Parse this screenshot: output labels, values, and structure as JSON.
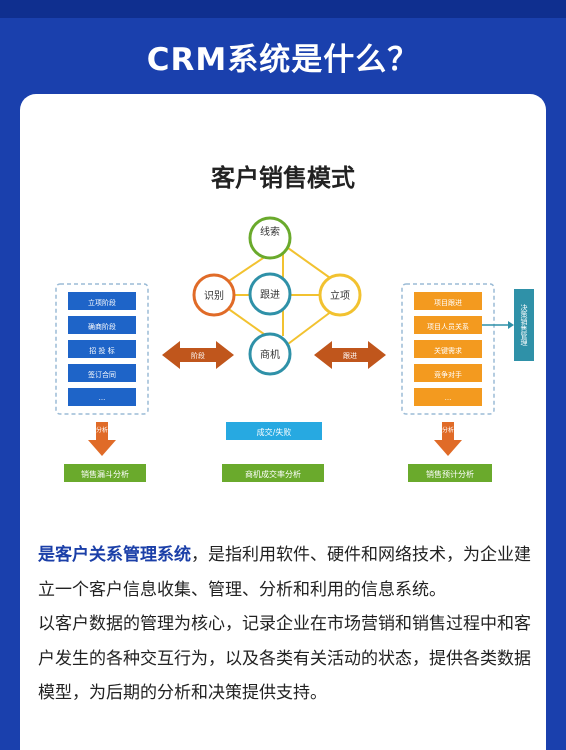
{
  "page_title": "CRM系统是什么？",
  "diagram": {
    "title": "客户销售模式",
    "circles": {
      "top": "线索",
      "left": "识别",
      "center": "跟进",
      "right": "立项",
      "bottom": "商机"
    },
    "left_items": [
      "立项阶段",
      "确商阶段",
      "招 投 标",
      "签订合同",
      "..."
    ],
    "right_items": [
      "项目跟进",
      "项目人员关系",
      "关键需求",
      "竞争对手",
      "..."
    ],
    "left_arrow_label": "阶段",
    "right_arrow_label": "跟进",
    "left_down_label": "分析",
    "right_down_label": "分析",
    "center_box": "成交/失败",
    "green_left": "销售漏斗分析",
    "green_center": "商机成交率分析",
    "green_right": "销售预计分析",
    "decision_box": "决策销售管理",
    "colors": {
      "band_blue": "#1a40ad",
      "item_blue": "#1e64c8",
      "item_orange": "#f39a1f",
      "arrow_brown": "#c0561c",
      "green": "#6aaa2c",
      "teal": "#2f91a8",
      "cyan": "#27a9e1",
      "line_yellow": "#f2c230"
    }
  },
  "description": {
    "highlight": "是客户关系管理系统",
    "para1_rest": "，是指利用软件、硬件和网络技术，为企业建立一个客户信息收集、管理、分析和利用的信息系统。",
    "para2": "以客户数据的管理为核心，记录企业在市场营销和销售过程中和客户发生的各种交互行为，以及各类有关活动的状态，提供各类数据模型，为后期的分析和决策提供支持。"
  }
}
